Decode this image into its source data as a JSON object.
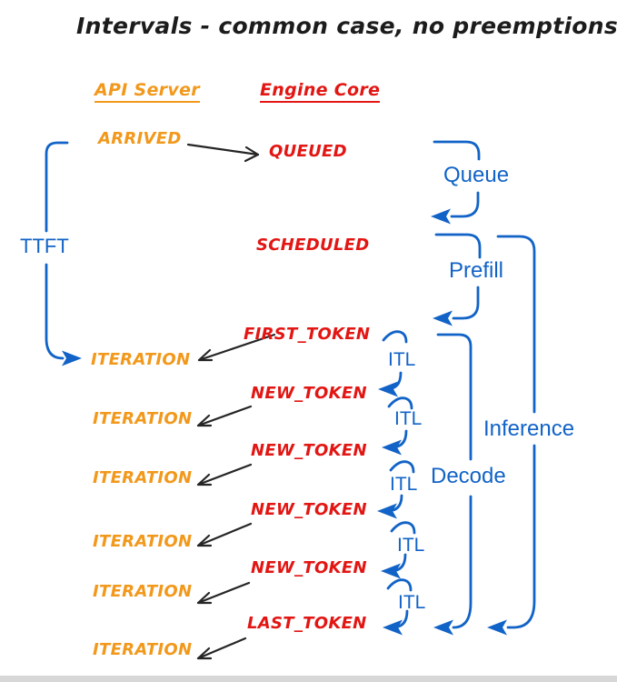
{
  "title": "Intervals - common case, no preemptions",
  "columns": {
    "api_server": "API Server",
    "engine_core": "Engine Core"
  },
  "events": {
    "arrived": "ARRIVED",
    "queued": "QUEUED",
    "scheduled": "SCHEDULED",
    "first_token": "FIRST_TOKEN",
    "new_token": "NEW_TOKEN",
    "last_token": "LAST_TOKEN",
    "iteration": "ITERATION"
  },
  "intervals": {
    "ttft": "TTFT",
    "queue": "Queue",
    "prefill": "Prefill",
    "itl": "ITL",
    "decode": "Decode",
    "inference": "Inference"
  },
  "colors": {
    "api_server_orange": "#F2981B",
    "engine_core_red": "#E21613",
    "interval_blue": "#1263C7",
    "arrow_black": "#252525"
  }
}
